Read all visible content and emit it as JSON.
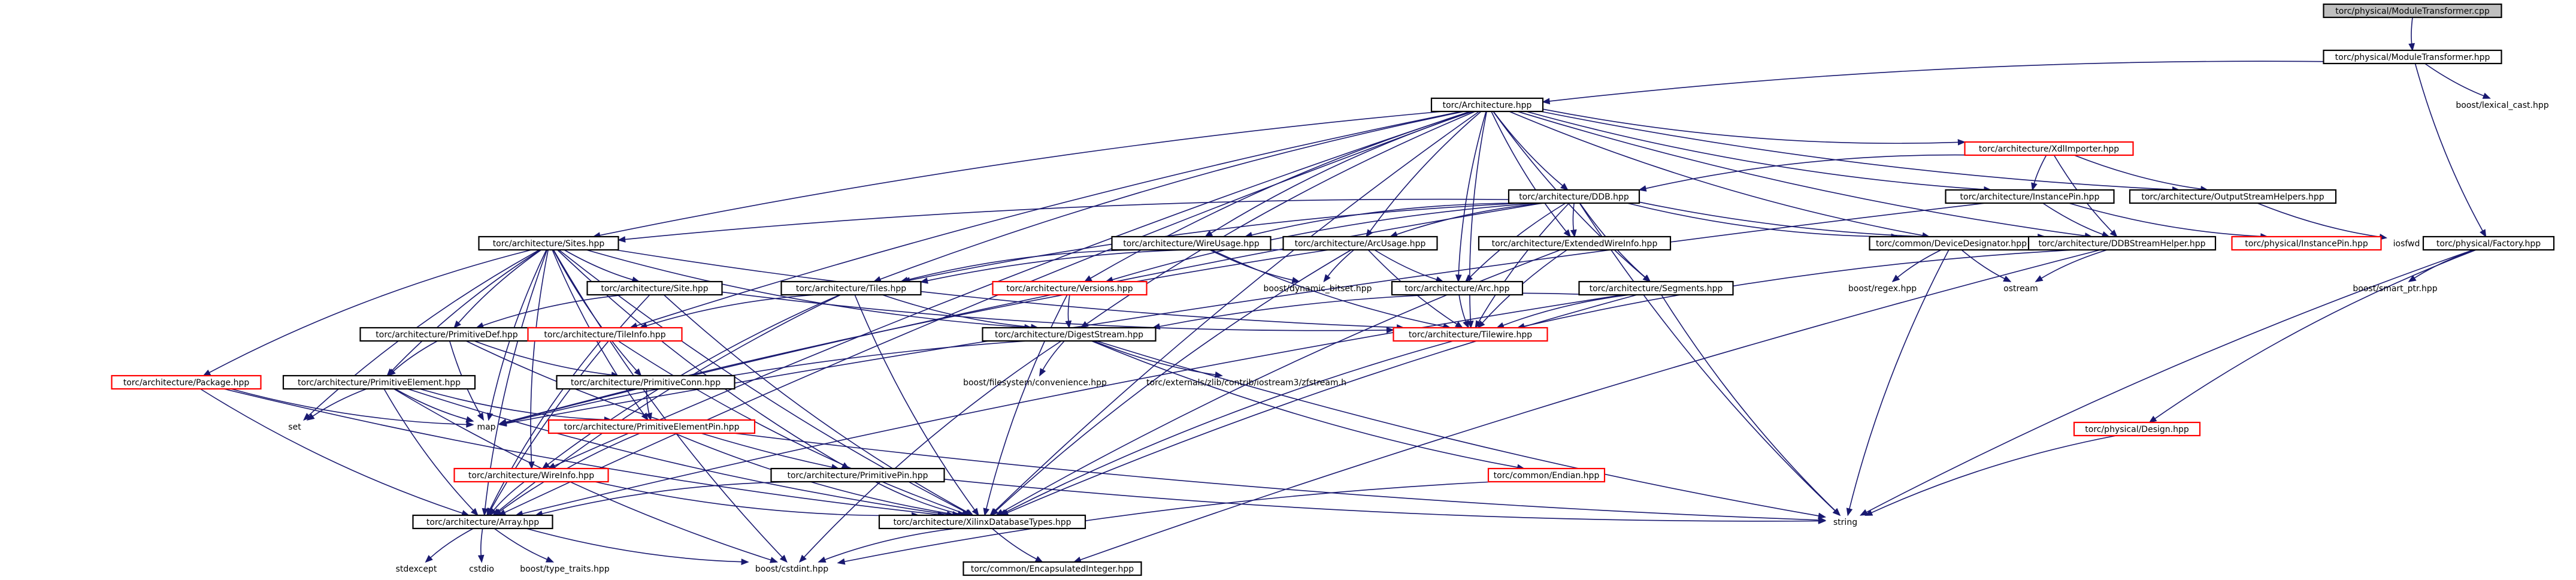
{
  "colors": {
    "edge": "#191970",
    "box_normal": "#000000",
    "box_missing": "#ff0000",
    "box_current_fill": "#bfbfbf",
    "box_fill": "#ffffff",
    "text": "#000000"
  },
  "nodes": {
    "mt_cpp": {
      "label": "torc/physical/ModuleTransformer.cpp",
      "style": "current"
    },
    "mt_hpp": {
      "label": "torc/physical/ModuleTransformer.hpp",
      "style": "box"
    },
    "arch": {
      "label": "torc/Architecture.hpp",
      "style": "box"
    },
    "lexcast": {
      "label": "boost/lexical_cast.hpp",
      "style": "plain"
    },
    "xdl": {
      "label": "torc/architecture/XdlImporter.hpp",
      "style": "missing"
    },
    "ddb": {
      "label": "torc/architecture/DDB.hpp",
      "style": "box"
    },
    "instpin_arch": {
      "label": "torc/architecture/InstancePin.hpp",
      "style": "box"
    },
    "osh": {
      "label": "torc/architecture/OutputStreamHelpers.hpp",
      "style": "box"
    },
    "factory": {
      "label": "torc/physical/Factory.hpp",
      "style": "box"
    },
    "sites": {
      "label": "torc/architecture/Sites.hpp",
      "style": "box"
    },
    "wireusage": {
      "label": "torc/architecture/WireUsage.hpp",
      "style": "box"
    },
    "arcusage": {
      "label": "torc/architecture/ArcUsage.hpp",
      "style": "box"
    },
    "extwireinfo": {
      "label": "torc/architecture/ExtendedWireInfo.hpp",
      "style": "box"
    },
    "devdes": {
      "label": "torc/common/DeviceDesignator.hpp",
      "style": "box"
    },
    "ddbsh": {
      "label": "torc/architecture/DDBStreamHelper.hpp",
      "style": "box"
    },
    "instpin_phys": {
      "label": "torc/physical/InstancePin.hpp",
      "style": "missing"
    },
    "iosfwd": {
      "label": "iosfwd",
      "style": "plain"
    },
    "site": {
      "label": "torc/architecture/Site.hpp",
      "style": "box"
    },
    "tiles": {
      "label": "torc/architecture/Tiles.hpp",
      "style": "box"
    },
    "versions": {
      "label": "torc/architecture/Versions.hpp",
      "style": "missing"
    },
    "dynbitset": {
      "label": "boost/dynamic_bitset.hpp",
      "style": "plain"
    },
    "arc": {
      "label": "torc/architecture/Arc.hpp",
      "style": "box"
    },
    "segments": {
      "label": "torc/architecture/Segments.hpp",
      "style": "box"
    },
    "regex": {
      "label": "boost/regex.hpp",
      "style": "plain"
    },
    "ostream": {
      "label": "ostream",
      "style": "plain"
    },
    "smartptr": {
      "label": "boost/smart_ptr.hpp",
      "style": "plain"
    },
    "primdef": {
      "label": "torc/architecture/PrimitiveDef.hpp",
      "style": "box"
    },
    "tileinfo": {
      "label": "torc/architecture/TileInfo.hpp",
      "style": "missing"
    },
    "digest": {
      "label": "torc/architecture/DigestStream.hpp",
      "style": "box"
    },
    "tilewire": {
      "label": "torc/architecture/Tilewire.hpp",
      "style": "missing"
    },
    "package": {
      "label": "torc/architecture/Package.hpp",
      "style": "missing"
    },
    "primelem": {
      "label": "torc/architecture/PrimitiveElement.hpp",
      "style": "box"
    },
    "primconn": {
      "label": "torc/architecture/PrimitiveConn.hpp",
      "style": "box"
    },
    "fsconv": {
      "label": "boost/filesystem/convenience.hpp",
      "style": "plain"
    },
    "zlib": {
      "label": "torc/externals/zlib/contrib/iostream3/zfstream.h",
      "style": "plain"
    },
    "set": {
      "label": "set",
      "style": "plain"
    },
    "map": {
      "label": "map",
      "style": "plain"
    },
    "primelempin": {
      "label": "torc/architecture/PrimitiveElementPin.hpp",
      "style": "missing"
    },
    "design": {
      "label": "torc/physical/Design.hpp",
      "style": "missing"
    },
    "wireinfo": {
      "label": "torc/architecture/WireInfo.hpp",
      "style": "missing"
    },
    "primpin": {
      "label": "torc/architecture/PrimitivePin.hpp",
      "style": "box"
    },
    "endian": {
      "label": "torc/common/Endian.hpp",
      "style": "missing"
    },
    "array": {
      "label": "torc/architecture/Array.hpp",
      "style": "box"
    },
    "xdbtypes": {
      "label": "torc/architecture/XilinxDatabaseTypes.hpp",
      "style": "box"
    },
    "string": {
      "label": "string",
      "style": "plain"
    },
    "stdexcept": {
      "label": "stdexcept",
      "style": "plain"
    },
    "cstdio": {
      "label": "cstdio",
      "style": "plain"
    },
    "typetraits": {
      "label": "boost/type_traits.hpp",
      "style": "plain"
    },
    "cstdint": {
      "label": "boost/cstdint.hpp",
      "style": "plain"
    },
    "encint": {
      "label": "torc/common/EncapsulatedInteger.hpp",
      "style": "box"
    }
  },
  "edges": [
    [
      "mt_cpp",
      "mt_hpp"
    ],
    [
      "mt_hpp",
      "arch"
    ],
    [
      "mt_hpp",
      "lexcast"
    ],
    [
      "mt_hpp",
      "factory"
    ],
    [
      "arch",
      "xdl"
    ],
    [
      "arch",
      "ddb"
    ],
    [
      "arch",
      "instpin_arch"
    ],
    [
      "arch",
      "osh"
    ],
    [
      "arch",
      "ddbsh"
    ],
    [
      "arch",
      "sites"
    ],
    [
      "arch",
      "wireusage"
    ],
    [
      "arch",
      "arcusage"
    ],
    [
      "arch",
      "extwireinfo"
    ],
    [
      "arch",
      "devdes"
    ],
    [
      "arch",
      "tiles"
    ],
    [
      "arch",
      "versions"
    ],
    [
      "arch",
      "arc"
    ],
    [
      "arch",
      "segments"
    ],
    [
      "arch",
      "digest"
    ],
    [
      "arch",
      "tilewire"
    ],
    [
      "arch",
      "tileinfo"
    ],
    [
      "arch",
      "array"
    ],
    [
      "arch",
      "wireinfo"
    ],
    [
      "arch",
      "xdbtypes"
    ],
    [
      "xdl",
      "ddb"
    ],
    [
      "xdl",
      "instpin_arch"
    ],
    [
      "xdl",
      "osh"
    ],
    [
      "xdl",
      "ddbsh"
    ],
    [
      "ddb",
      "sites"
    ],
    [
      "ddb",
      "wireusage"
    ],
    [
      "ddb",
      "arcusage"
    ],
    [
      "ddb",
      "extwireinfo"
    ],
    [
      "ddb",
      "devdes"
    ],
    [
      "ddb",
      "ddbsh"
    ],
    [
      "ddb",
      "tiles"
    ],
    [
      "ddb",
      "versions"
    ],
    [
      "ddb",
      "segments"
    ],
    [
      "ddb",
      "tilewire"
    ],
    [
      "ddb",
      "string"
    ],
    [
      "ddb",
      "map"
    ],
    [
      "ddb",
      "arc"
    ],
    [
      "instpin_arch",
      "instpin_phys"
    ],
    [
      "instpin_arch",
      "map"
    ],
    [
      "instpin_arch",
      "ddbsh"
    ],
    [
      "osh",
      "iosfwd"
    ],
    [
      "factory",
      "smartptr"
    ],
    [
      "factory",
      "design"
    ],
    [
      "factory",
      "string"
    ],
    [
      "sites",
      "site"
    ],
    [
      "sites",
      "primdef"
    ],
    [
      "sites",
      "primelem"
    ],
    [
      "sites",
      "primconn"
    ],
    [
      "sites",
      "primelempin"
    ],
    [
      "sites",
      "primpin"
    ],
    [
      "sites",
      "package"
    ],
    [
      "sites",
      "array"
    ],
    [
      "sites",
      "tilewire"
    ],
    [
      "sites",
      "xdbtypes"
    ],
    [
      "sites",
      "set"
    ],
    [
      "sites",
      "map"
    ],
    [
      "sites",
      "cstdint"
    ],
    [
      "sites",
      "wireinfo"
    ],
    [
      "sites",
      "digest"
    ],
    [
      "wireusage",
      "tiles"
    ],
    [
      "wireusage",
      "tilewire"
    ],
    [
      "wireusage",
      "dynbitset"
    ],
    [
      "arcusage",
      "tiles"
    ],
    [
      "arcusage",
      "arc"
    ],
    [
      "arcusage",
      "tilewire"
    ],
    [
      "arcusage",
      "dynbitset"
    ],
    [
      "arcusage",
      "xdbtypes"
    ],
    [
      "arcusage",
      "map"
    ],
    [
      "extwireinfo",
      "tilewire"
    ],
    [
      "extwireinfo",
      "xdbtypes"
    ],
    [
      "devdes",
      "regex"
    ],
    [
      "devdes",
      "ostream"
    ],
    [
      "devdes",
      "string"
    ],
    [
      "ddbsh",
      "ostream"
    ],
    [
      "ddbsh",
      "tilewire"
    ],
    [
      "ddbsh",
      "encint"
    ],
    [
      "site",
      "primdef"
    ],
    [
      "site",
      "tilewire"
    ],
    [
      "site",
      "xdbtypes"
    ],
    [
      "site",
      "array"
    ],
    [
      "tiles",
      "tileinfo"
    ],
    [
      "tiles",
      "digest"
    ],
    [
      "tiles",
      "array"
    ],
    [
      "tiles",
      "xdbtypes"
    ],
    [
      "tiles",
      "wireinfo"
    ],
    [
      "versions",
      "digest"
    ],
    [
      "versions",
      "xdbtypes"
    ],
    [
      "arc",
      "tilewire"
    ],
    [
      "segments",
      "tilewire"
    ],
    [
      "segments",
      "digest"
    ],
    [
      "segments",
      "array"
    ],
    [
      "segments",
      "xdbtypes"
    ],
    [
      "segments",
      "string"
    ],
    [
      "primdef",
      "primelem"
    ],
    [
      "primdef",
      "primconn"
    ],
    [
      "primdef",
      "primpin"
    ],
    [
      "primdef",
      "map"
    ],
    [
      "tileinfo",
      "xdbtypes"
    ],
    [
      "tileinfo",
      "array"
    ],
    [
      "digest",
      "fsconv"
    ],
    [
      "digest",
      "zlib"
    ],
    [
      "digest",
      "endian"
    ],
    [
      "digest",
      "cstdint"
    ],
    [
      "digest",
      "string"
    ],
    [
      "digest",
      "map"
    ],
    [
      "tilewire",
      "xdbtypes"
    ],
    [
      "package",
      "array"
    ],
    [
      "package",
      "xdbtypes"
    ],
    [
      "package",
      "map"
    ],
    [
      "primelem",
      "primelempin"
    ],
    [
      "primelem",
      "array"
    ],
    [
      "primelem",
      "xdbtypes"
    ],
    [
      "primelem",
      "set"
    ],
    [
      "primelem",
      "map"
    ],
    [
      "primelem",
      "cstdint"
    ],
    [
      "primconn",
      "primelempin"
    ],
    [
      "primelempin",
      "array"
    ],
    [
      "primelempin",
      "xdbtypes"
    ],
    [
      "primelempin",
      "string"
    ],
    [
      "design",
      "string"
    ],
    [
      "wireinfo",
      "array"
    ],
    [
      "wireinfo",
      "xdbtypes"
    ],
    [
      "primpin",
      "array"
    ],
    [
      "primpin",
      "xdbtypes"
    ],
    [
      "primpin",
      "string"
    ],
    [
      "endian",
      "cstdint"
    ],
    [
      "array",
      "stdexcept"
    ],
    [
      "array",
      "cstdio"
    ],
    [
      "array",
      "typetraits"
    ],
    [
      "array",
      "cstdint"
    ],
    [
      "xdbtypes",
      "cstdint"
    ],
    [
      "xdbtypes",
      "encint"
    ]
  ]
}
